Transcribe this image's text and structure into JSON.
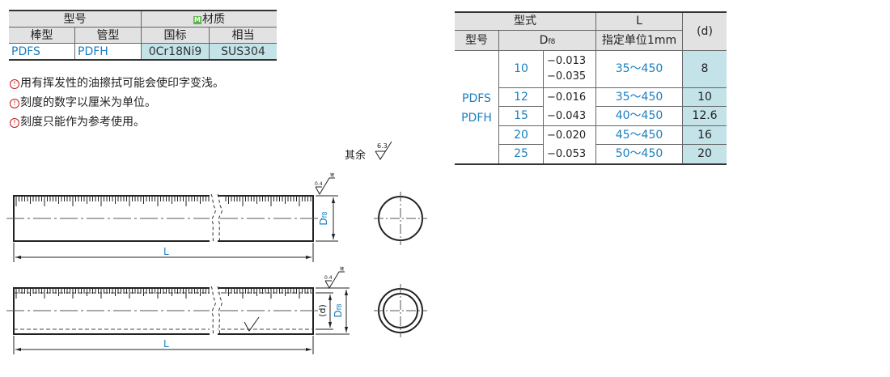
{
  "material_table": {
    "header_type": "型号",
    "header_material": "材质",
    "material_badge": "M",
    "col_rod": "棒型",
    "col_tube": "管型",
    "col_gb": "国标",
    "col_equiv": "相当",
    "row": {
      "rod": "PDFS",
      "tube": "PDFH",
      "gb": "0Cr18Ni9",
      "equiv": "SUS304"
    }
  },
  "notes": [
    "用有挥发性的油擦拭可能会使印字变浅。",
    "刻度的数字以厘米为单位。",
    "刻度只能作为参考使用。"
  ],
  "note_icon": "!",
  "rest_label": "其余",
  "roughness": {
    "rest": "6.3",
    "surface": "0.4",
    "surface_mark": "镀"
  },
  "drawing_labels": {
    "L": "L",
    "D": "D",
    "D_sub": "f8",
    "d": "(d)"
  },
  "spec_table": {
    "h_type": "型式",
    "h_L": "L",
    "h_d": "(d)",
    "h_model": "型号",
    "h_D": "D",
    "h_D_sub": "f8",
    "h_unit": "指定单位1mm",
    "models": [
      "PDFS",
      "PDFH"
    ],
    "rows": [
      {
        "D": "10",
        "tol_upper": "−0.013",
        "tol_lower": "−0.035",
        "L": "35～450",
        "d": "8"
      },
      {
        "D": "12",
        "tol_upper": "−0.016",
        "tol_lower": "−0.043",
        "L": "35～450",
        "d": "10"
      },
      {
        "D": "15",
        "L": "40～450",
        "d": "12.6"
      },
      {
        "D": "20",
        "tol_upper": "−0.020",
        "tol_lower": "−0.053",
        "L": "45～450",
        "d": "16"
      },
      {
        "D": "25",
        "L": "50～450",
        "d": "20"
      }
    ]
  },
  "colors": {
    "accent_blue": "#1a7fc1",
    "cell_tint": "#c3e3e9",
    "header_gray": "#e2e2e2",
    "warn_red": "#c8191c",
    "material_green": "#57b847"
  }
}
